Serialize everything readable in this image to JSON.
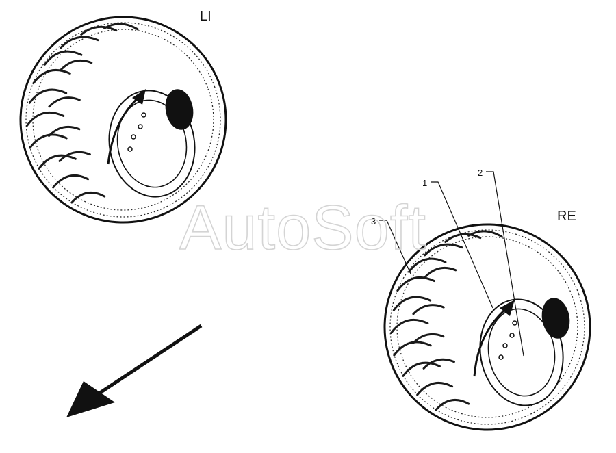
{
  "labels": {
    "left_wheel": "LI",
    "right_wheel": "RE"
  },
  "callouts": [
    "1",
    "2",
    "3"
  ],
  "watermark": "AutoSoft",
  "colors": {
    "ink": "#111111",
    "watermark_outline": "#d4d4d4",
    "background": "#ffffff"
  },
  "icons": {
    "rotation_arrow": "curved-arrow-icon",
    "direction_arrow": "arrow-down-left-icon"
  }
}
